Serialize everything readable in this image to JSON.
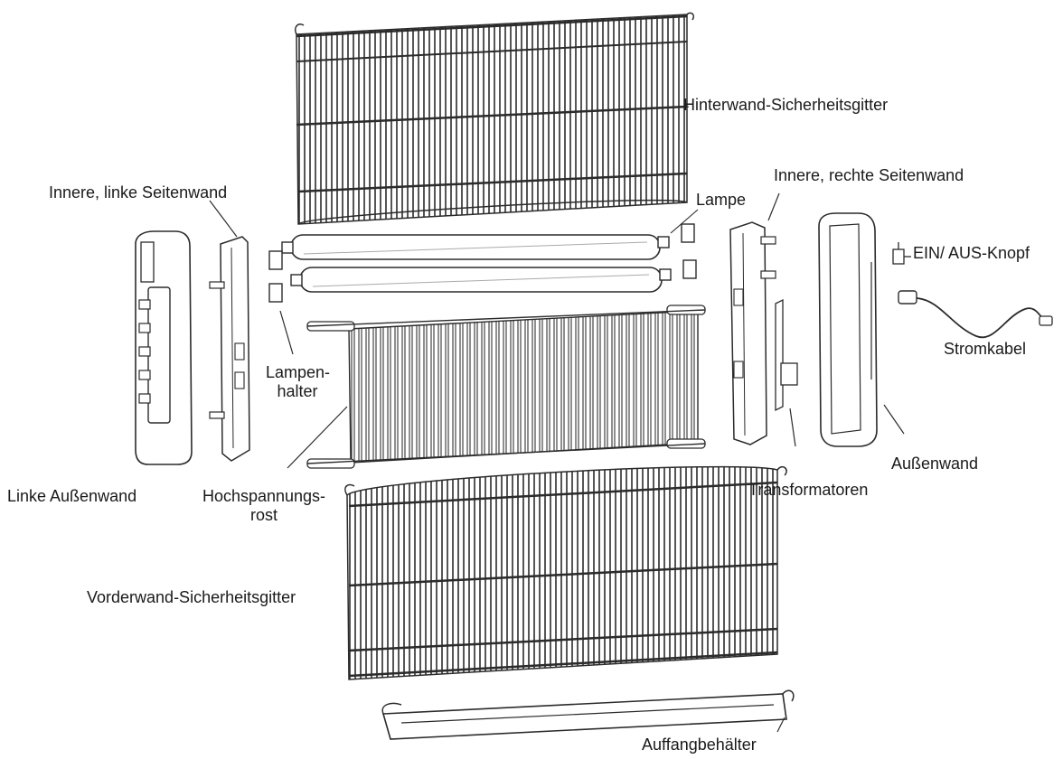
{
  "labels": {
    "back_grille": "Hinterwand-Sicherheitsgitter",
    "inner_left_wall": "Innere, linke Seitenwand",
    "lamp": "Lampe",
    "inner_right_wall": "Innere, rechte Seitenwand",
    "on_off_button": "EIN/ AUS-Knopf",
    "power_cable": "Stromkabel",
    "lamp_holder_line1": "Lampen-",
    "lamp_holder_line2": "halter",
    "outer_wall": "Außenwand",
    "left_outer_wall": "Linke Außenwand",
    "hv_grid_line1": "Hochspannungs-",
    "hv_grid_line2": "rost",
    "transformers": "Transformatoren",
    "front_grille": "Vorderwand-Sicherheitsgitter",
    "collection_tray": "Auffangbehälter"
  },
  "colors": {
    "line": "#2b2b2b",
    "fill": "#ffffff",
    "shade": "#d9d9d9"
  }
}
